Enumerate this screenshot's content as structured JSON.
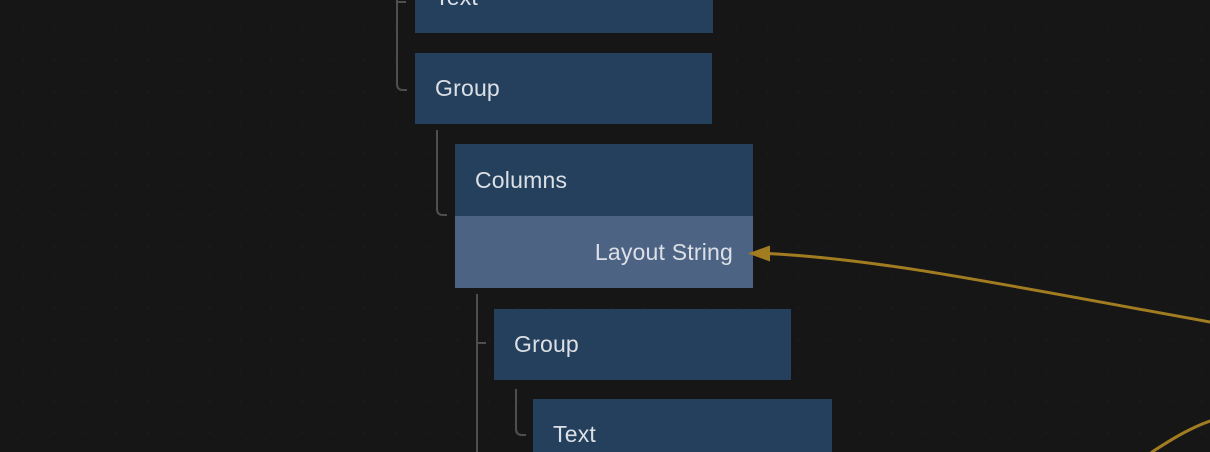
{
  "colors": {
    "canvas-bg": "#161616",
    "node-fill": "#24405c",
    "node-highlight-fill": "#4d6384",
    "node-text": "#dce0e6",
    "tree-line": "#4f4f4f",
    "wire": "#a17c20"
  },
  "nodes": [
    {
      "id": "text-1",
      "label": "Text"
    },
    {
      "id": "group-1",
      "label": "Group"
    },
    {
      "id": "columns-1",
      "label": "Columns",
      "input_port": {
        "label": "Layout String",
        "highlighted": true,
        "connected": true
      }
    },
    {
      "id": "group-2",
      "label": "Group"
    },
    {
      "id": "text-2",
      "label": "Text"
    }
  ]
}
